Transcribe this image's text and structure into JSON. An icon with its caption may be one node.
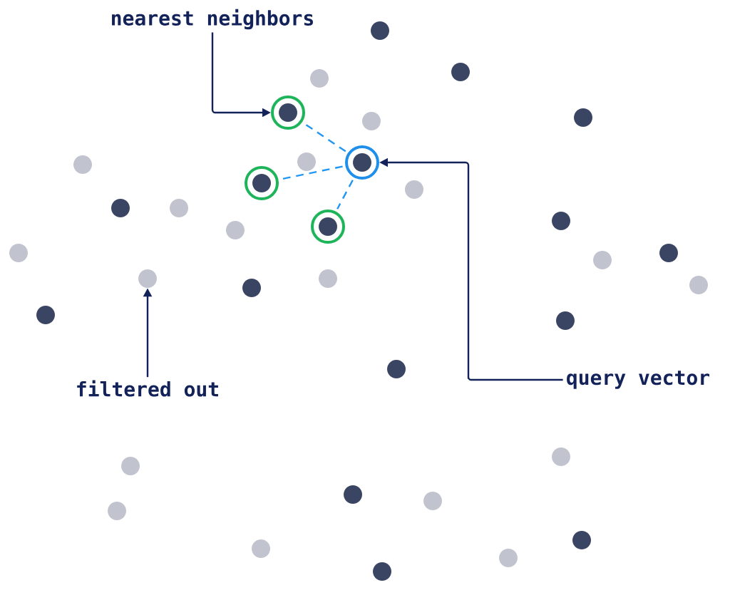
{
  "diagram": {
    "nodes": [
      {
        "text": [
          "nearest neighbors"
        ]
      },
      {
        "text": [],
        "shape": "circle"
      },
      {
        "text": [],
        "shape": "circle"
      },
      {
        "text": [],
        "shape": "circle"
      },
      {
        "text": [],
        "shape": "circle"
      },
      {
        "text": [
          "query vector"
        ]
      },
      {
        "text": [],
        "shape": "circle"
      },
      {
        "text": [
          "filtered out"
        ]
      }
    ],
    "edges": [
      {
        "from": 0,
        "to": 2,
        "arrow": "to"
      },
      {
        "from": 5,
        "to": 1,
        "arrow": "to"
      },
      {
        "from": 7,
        "to": 6,
        "arrow": "to"
      },
      {
        "from": 1,
        "to": 2,
        "arrow": "none",
        "style": "dashed",
        "color": "#2196f3"
      },
      {
        "from": 1,
        "to": 3,
        "arrow": "none",
        "style": "dashed",
        "color": "#2196f3"
      },
      {
        "from": 1,
        "to": 4,
        "arrow": "none",
        "style": "dashed",
        "color": "#2196f3"
      }
    ]
  }
}
